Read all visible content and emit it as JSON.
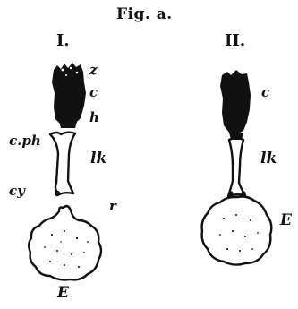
{
  "figure": {
    "title": "Fig. a.",
    "panel_1": {
      "numeral": "I.",
      "labels": {
        "z": "z",
        "c": "c",
        "h": "h",
        "cph": "c.ph",
        "lk": "lk",
        "cy": "cy",
        "r": "r",
        "E": "E"
      }
    },
    "panel_2": {
      "numeral": "II.",
      "labels": {
        "c": "c",
        "lk": "lk",
        "E": "E"
      }
    }
  },
  "colors": {
    "ink": "#111111",
    "background": "#ffffff"
  }
}
